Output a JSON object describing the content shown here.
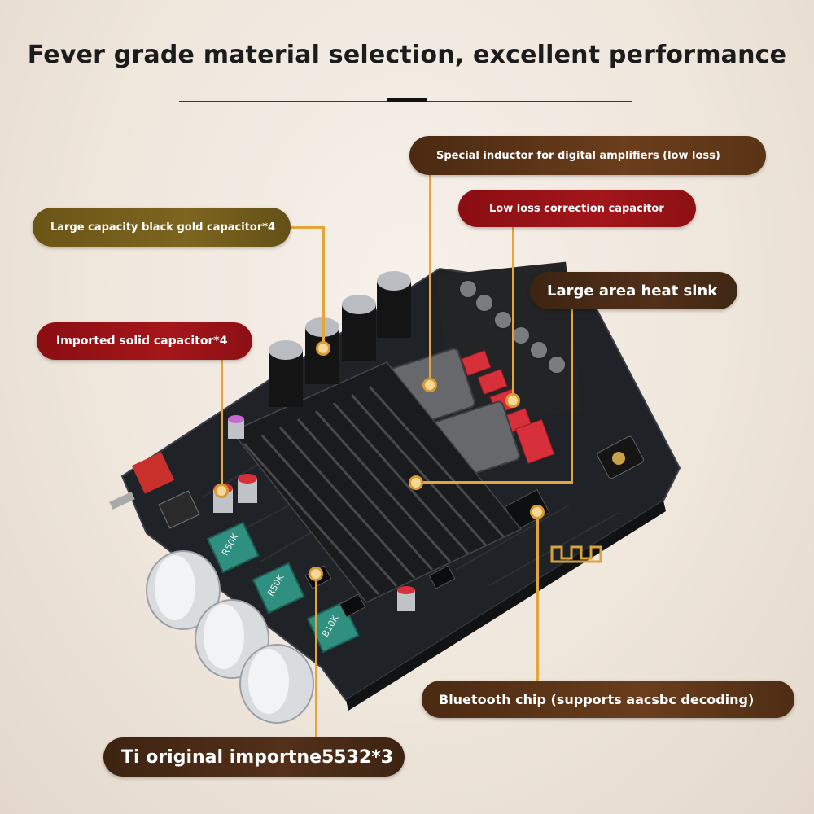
{
  "title": "Fever grade material selection, excellent performance",
  "labels": {
    "inductor": "Special inductor for digital amplifiers (low loss)",
    "lowloss": "Low loss correction capacitor",
    "blackgold": "Large capacity black gold capacitor*4",
    "heatsink": "Large area heat sink",
    "solid": "Imported solid capacitor*4",
    "bluetooth": "Bluetooth chip (supports aacsbc decoding)",
    "ti": "Ti original importne5532*3"
  },
  "potentiometers": [
    "R50K",
    "R50K",
    "B10K"
  ],
  "colors": {
    "callout_line": "#e6a53a",
    "pill_red": "#a3161b",
    "pill_brown": "#6a3d1c",
    "pill_gold": "#7d6520",
    "pcb": "#1f2226",
    "inductor": "#6e6e70",
    "red_capacitor": "#d7303a"
  }
}
